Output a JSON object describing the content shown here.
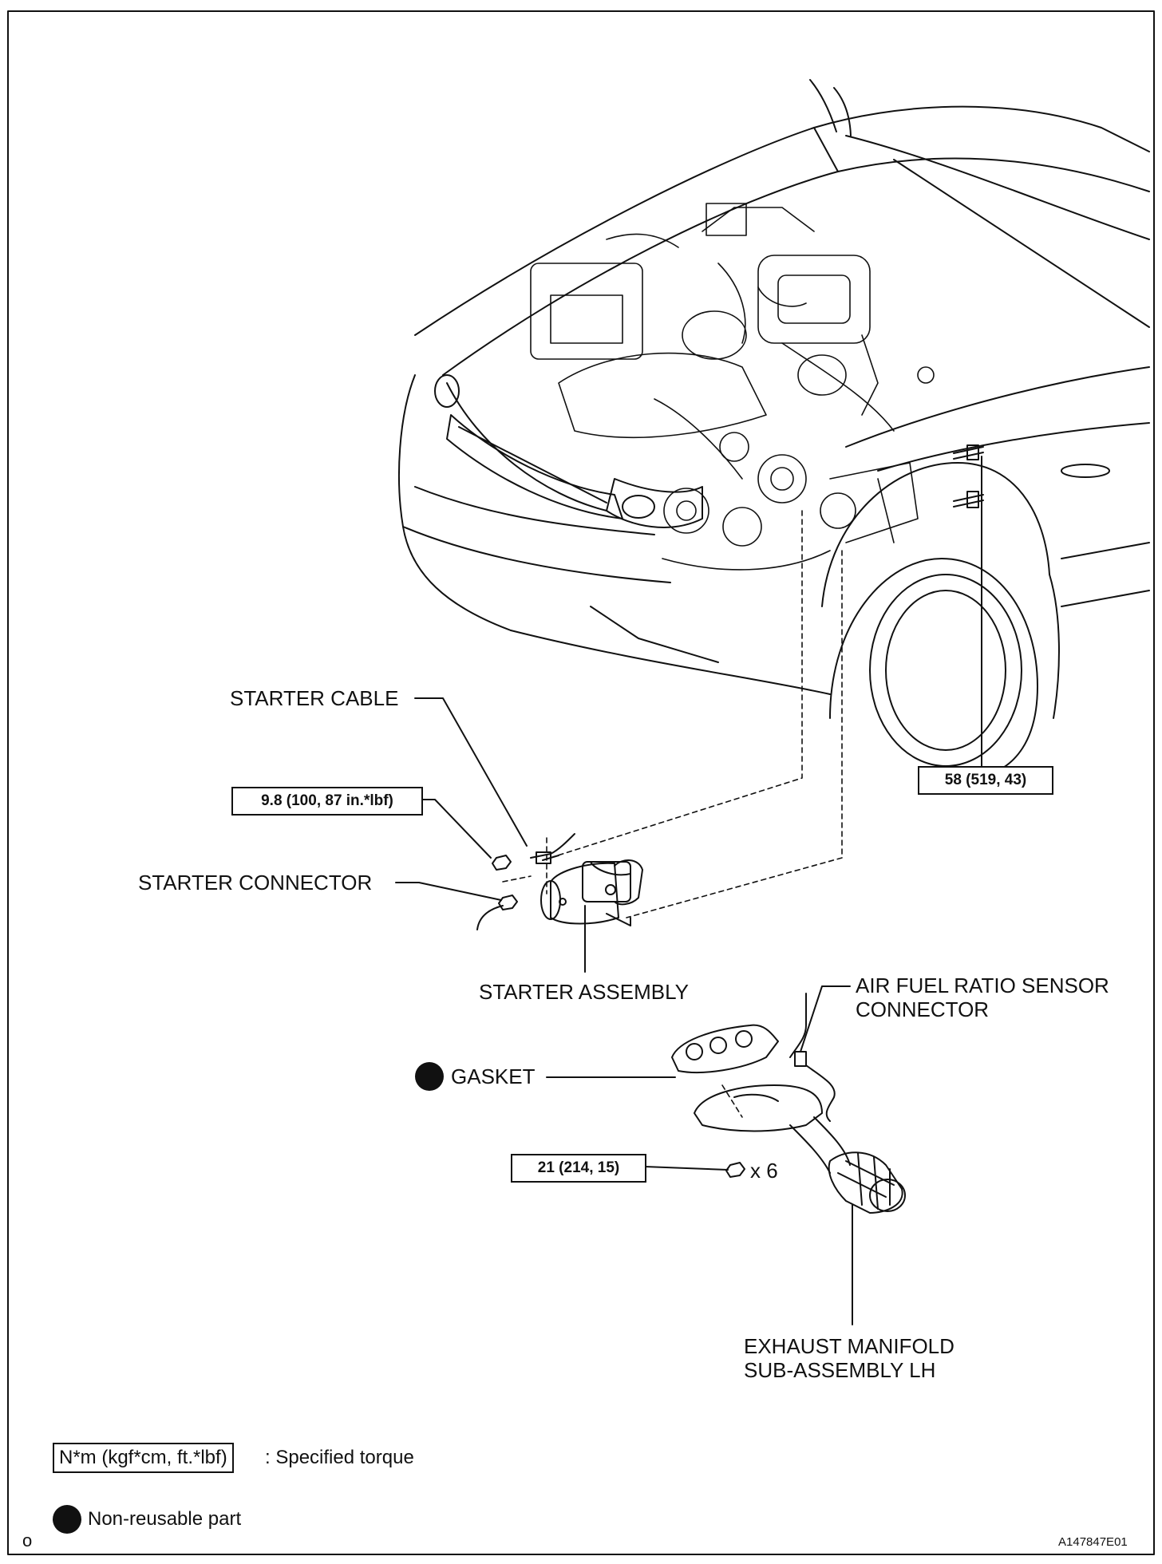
{
  "labels": {
    "starter_cable": "STARTER CABLE",
    "starter_connector": "STARTER CONNECTOR",
    "starter_assembly": "STARTER ASSEMBLY",
    "air_fuel_ratio_sensor_connector": "AIR FUEL RATIO SENSOR CONNECTOR",
    "gasket": "GASKET",
    "exhaust_manifold": "EXHAUST MANIFOLD SUB-ASSEMBLY LH",
    "nut_count": "x 6"
  },
  "torques": {
    "starter_terminal_nut": "9.8 (100, 87 in.*lbf)",
    "starter_bolts": "58 (519, 43)",
    "manifold_nuts": "21 (214, 15)"
  },
  "legend": {
    "torque_box": "N*m (kgf*cm, ft.*lbf)",
    "torque_text": ": Specified torque",
    "nonreusable_text": "Non-reusable part"
  },
  "footer": {
    "left_mark": "o",
    "figure_code": "A147847E01"
  }
}
